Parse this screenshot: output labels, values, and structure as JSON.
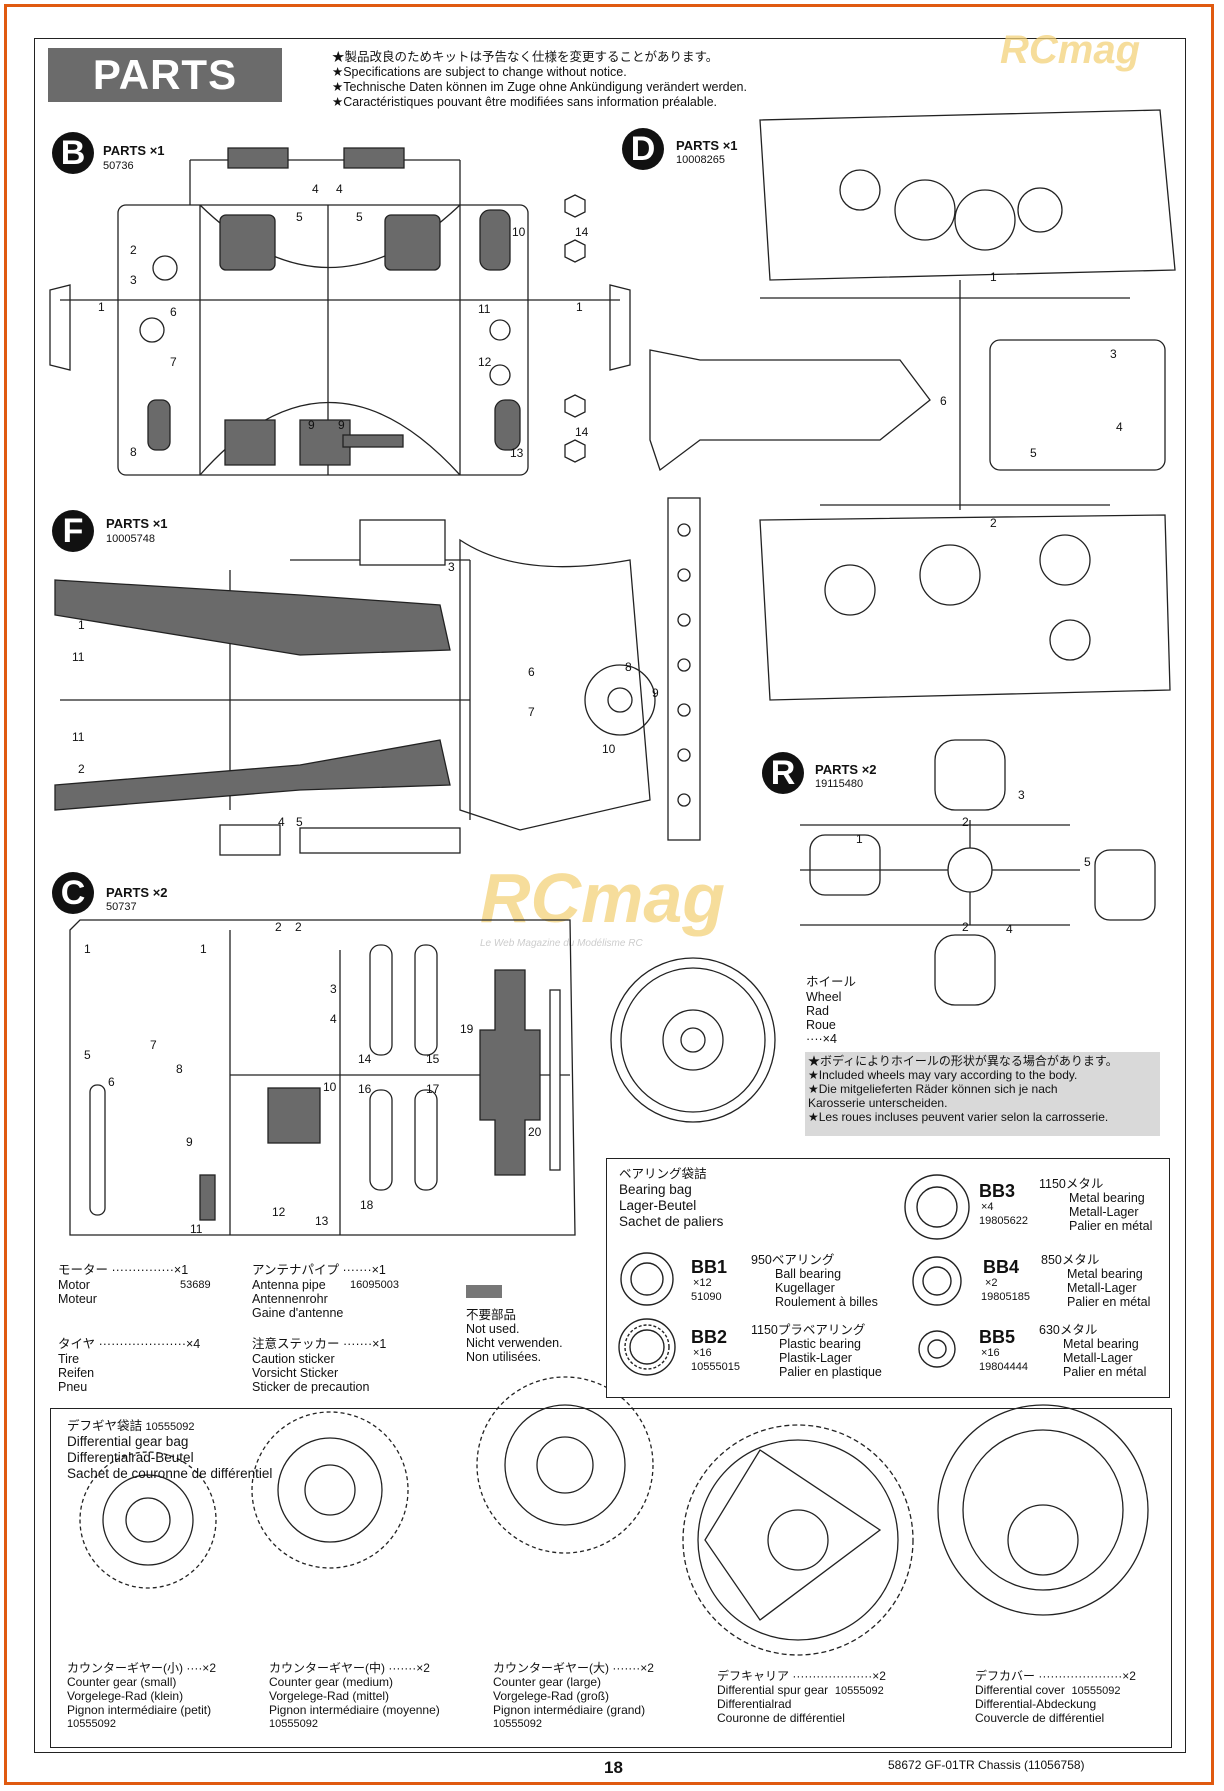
{
  "header": {
    "title": "PARTS"
  },
  "notes": [
    "★製品改良のためキットは予告なく仕様を変更することがあります。",
    "★Specifications are subject to change without notice.",
    "★Technische Daten können im Zuge ohne Ankündigung verändert werden.",
    "★Caractéristiques pouvant être modifiées sans information préalable."
  ],
  "watermark": {
    "logo": "RCmag",
    "tagline": "Le Web Magazine du Modélisme RC"
  },
  "trees": {
    "B": {
      "letter": "B",
      "title": "PARTS ×1",
      "code": "50736",
      "labels": [
        "1",
        "1",
        "2",
        "3",
        "4",
        "4",
        "5",
        "5",
        "6",
        "7",
        "8",
        "9",
        "9",
        "10",
        "11",
        "12",
        "13",
        "14",
        "14"
      ]
    },
    "D": {
      "letter": "D",
      "title": "PARTS ×1",
      "code": "10008265",
      "labels": [
        "1",
        "2",
        "3",
        "4",
        "5",
        "6"
      ]
    },
    "F": {
      "letter": "F",
      "title": "PARTS ×1",
      "code": "10005748",
      "labels": [
        "1",
        "2",
        "3",
        "4",
        "5",
        "6",
        "7",
        "8",
        "9",
        "10",
        "11",
        "11"
      ]
    },
    "R": {
      "letter": "R",
      "title": "PARTS ×2",
      "code": "19115480",
      "labels": [
        "1",
        "2",
        "2",
        "3",
        "4",
        "5"
      ]
    },
    "C": {
      "letter": "C",
      "title": "PARTS ×2",
      "code": "50737",
      "labels": [
        "1",
        "1",
        "2",
        "2",
        "3",
        "4",
        "5",
        "6",
        "7",
        "8",
        "9",
        "10",
        "11",
        "12",
        "13",
        "14",
        "15",
        "16",
        "17",
        "18",
        "19",
        "20"
      ]
    }
  },
  "wheel": {
    "jp": "ホイール",
    "en": "Wheel",
    "de": "Rad",
    "fr": "Roue",
    "qty": "····×4"
  },
  "wheel_note": [
    "★ボディによりホイールの形状が異なる場合があります。",
    "★Included wheels may vary according to the body.",
    "★Die mitgelieferten Räder können sich je nach",
    "Karosserie unterscheiden.",
    "★Les roues incluses peuvent varier selon la carrosserie."
  ],
  "bearing_bag": {
    "jp": "ベアリング袋詰",
    "en": "Bearing bag",
    "de": "Lager-Beutel",
    "fr": "Sachet de paliers",
    "items": [
      {
        "code": "BB1",
        "qty": "×12",
        "num": "51090",
        "jp": "950ベアリング",
        "en": "Ball bearing",
        "de": "Kugellager",
        "fr": "Roulement à billes"
      },
      {
        "code": "BB2",
        "qty": "×16",
        "num": "10555015",
        "jp": "1150プラベアリング",
        "en": "Plastic bearing",
        "de": "Plastik-Lager",
        "fr": "Palier en plastique"
      },
      {
        "code": "BB3",
        "qty": "×4",
        "num": "19805622",
        "jp": "1150メタル",
        "en": "Metal bearing",
        "de": "Metall-Lager",
        "fr": "Palier en métal"
      },
      {
        "code": "BB4",
        "qty": "×2",
        "num": "19805185",
        "jp": "850メタル",
        "en": "Metal bearing",
        "de": "Metall-Lager",
        "fr": "Palier en métal"
      },
      {
        "code": "BB5",
        "qty": "×16",
        "num": "19804444",
        "jp": "630メタル",
        "en": "Metal bearing",
        "de": "Metall-Lager",
        "fr": "Palier en métal"
      }
    ]
  },
  "misc": {
    "motor": {
      "jp": "モーター ···············×1",
      "en": "Motor",
      "fr": "Moteur",
      "num": "53689"
    },
    "antenna": {
      "jp": "アンテナパイプ ·······×1",
      "en": "Antenna pipe",
      "num": "16095003",
      "de": "Antennenrohr",
      "fr": "Gaine d'antenne"
    },
    "tire": {
      "jp": "タイヤ ·····················×4",
      "en": "Tire",
      "de": "Reifen",
      "fr": "Pneu"
    },
    "sticker": {
      "jp": "注意ステッカー ·······×1",
      "en": "Caution sticker",
      "de": "Vorsicht Sticker",
      "fr": "Sticker de precaution"
    },
    "unused": {
      "jp": "不要部品",
      "en": "Not used.",
      "de": "Nicht verwenden.",
      "fr": "Non utilisées."
    }
  },
  "diff_bag": {
    "jp": "デフギヤ袋詰",
    "num": "10555092",
    "en": "Differential gear bag",
    "de": "Differentialrad-Beutel",
    "fr": "Sachet de couronne de différentiel",
    "items": [
      {
        "jp": "カウンターギヤー(小) ····×2",
        "en": "Counter gear (small)",
        "de": "Vorgelege-Rad (klein)",
        "fr": "Pignon intermédiaire (petit)",
        "num": "10555092"
      },
      {
        "jp": "カウンターギヤー(中) ·······×2",
        "en": "Counter gear (medium)",
        "de": "Vorgelege-Rad (mittel)",
        "fr": "Pignon intermédiaire (moyenne)",
        "num": "10555092"
      },
      {
        "jp": "カウンターギヤー(大) ·······×2",
        "en": "Counter gear (large)",
        "de": "Vorgelege-Rad (groß)",
        "fr": "Pignon intermédiaire (grand)",
        "num": "10555092"
      },
      {
        "jp": "デフキャリア ····················×2",
        "en": "Differential spur gear",
        "num2": "10555092",
        "de": "Differentialrad",
        "fr": "Couronne de différentiel"
      },
      {
        "jp": "デフカバー ·····················×2",
        "en": "Differential cover",
        "num2": "10555092",
        "de": "Differential-Abdeckung",
        "fr": "Couvercle de différentiel"
      }
    ]
  },
  "footer": {
    "page": "18",
    "ref": "58672 GF-01TR Chassis (11056758)"
  }
}
